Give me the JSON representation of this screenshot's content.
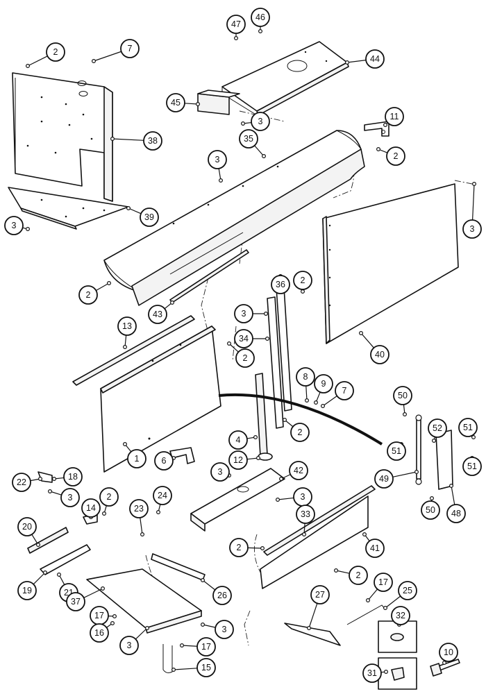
{
  "diagram": {
    "type": "exploded-parts-view",
    "callouts": [
      {
        "id": "c2a",
        "label": "2"
      },
      {
        "id": "c7a",
        "label": "7"
      },
      {
        "id": "c47",
        "label": "47"
      },
      {
        "id": "c46",
        "label": "46"
      },
      {
        "id": "c44",
        "label": "44"
      },
      {
        "id": "c45",
        "label": "45"
      },
      {
        "id": "c3a",
        "label": "3"
      },
      {
        "id": "c11",
        "label": "11"
      },
      {
        "id": "c38",
        "label": "38"
      },
      {
        "id": "c35",
        "label": "35"
      },
      {
        "id": "c2b",
        "label": "2"
      },
      {
        "id": "c3b",
        "label": "3"
      },
      {
        "id": "c39",
        "label": "39"
      },
      {
        "id": "c3c",
        "label": "3"
      },
      {
        "id": "c3d",
        "label": "3"
      },
      {
        "id": "c2c",
        "label": "2"
      },
      {
        "id": "c43",
        "label": "43"
      },
      {
        "id": "c36",
        "label": "36"
      },
      {
        "id": "c2d",
        "label": "2"
      },
      {
        "id": "c3e",
        "label": "3"
      },
      {
        "id": "c13",
        "label": "13"
      },
      {
        "id": "c34",
        "label": "34"
      },
      {
        "id": "c2e",
        "label": "2"
      },
      {
        "id": "c40",
        "label": "40"
      },
      {
        "id": "c8",
        "label": "8"
      },
      {
        "id": "c9",
        "label": "9"
      },
      {
        "id": "c7b",
        "label": "7"
      },
      {
        "id": "c50a",
        "label": "50"
      },
      {
        "id": "c2f",
        "label": "2"
      },
      {
        "id": "c4",
        "label": "4"
      },
      {
        "id": "c51a",
        "label": "51"
      },
      {
        "id": "c52",
        "label": "52"
      },
      {
        "id": "c51b",
        "label": "51"
      },
      {
        "id": "c12",
        "label": "12"
      },
      {
        "id": "c6",
        "label": "6"
      },
      {
        "id": "c1",
        "label": "1"
      },
      {
        "id": "c3f",
        "label": "3"
      },
      {
        "id": "c42",
        "label": "42"
      },
      {
        "id": "c49",
        "label": "49"
      },
      {
        "id": "c51c",
        "label": "51"
      },
      {
        "id": "c50b",
        "label": "50"
      },
      {
        "id": "c48",
        "label": "48"
      },
      {
        "id": "c22",
        "label": "22"
      },
      {
        "id": "c18",
        "label": "18"
      },
      {
        "id": "c3g",
        "label": "3"
      },
      {
        "id": "c14",
        "label": "14"
      },
      {
        "id": "c2g",
        "label": "2"
      },
      {
        "id": "c3h",
        "label": "3"
      },
      {
        "id": "c33",
        "label": "33"
      },
      {
        "id": "c20",
        "label": "20"
      },
      {
        "id": "c23",
        "label": "23"
      },
      {
        "id": "c24",
        "label": "24"
      },
      {
        "id": "c2h",
        "label": "2"
      },
      {
        "id": "c41",
        "label": "41"
      },
      {
        "id": "c19",
        "label": "19"
      },
      {
        "id": "c21",
        "label": "21"
      },
      {
        "id": "c2i",
        "label": "2"
      },
      {
        "id": "c37",
        "label": "37"
      },
      {
        "id": "c26",
        "label": "26"
      },
      {
        "id": "c17a",
        "label": "17"
      },
      {
        "id": "c27",
        "label": "27"
      },
      {
        "id": "c25",
        "label": "25"
      },
      {
        "id": "c17b",
        "label": "17"
      },
      {
        "id": "c16",
        "label": "16"
      },
      {
        "id": "c32",
        "label": "32"
      },
      {
        "id": "c3i",
        "label": "3"
      },
      {
        "id": "c3j",
        "label": "3"
      },
      {
        "id": "c17c",
        "label": "17"
      },
      {
        "id": "c15",
        "label": "15"
      },
      {
        "id": "c10",
        "label": "10"
      },
      {
        "id": "c31",
        "label": "31"
      }
    ]
  }
}
